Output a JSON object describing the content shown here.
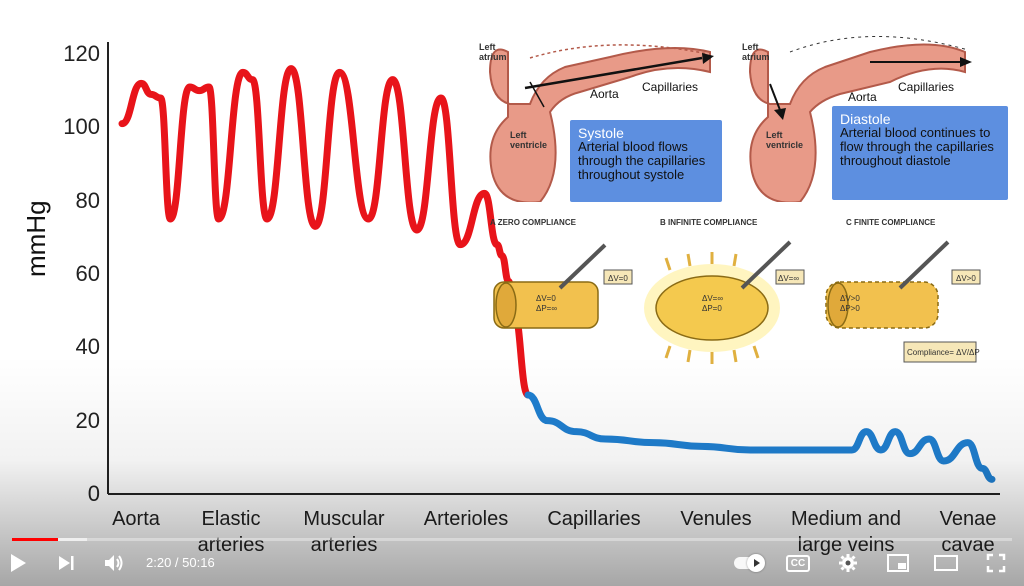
{
  "chart_data": {
    "type": "line",
    "ylabel": "mmHg",
    "ylim": [
      0,
      120
    ],
    "yticks": [
      "120",
      "100",
      "80",
      "60",
      "40",
      "20",
      "0"
    ],
    "categories": [
      "Aorta",
      "Elastic\narteries",
      "Muscular\narteries",
      "Arterioles",
      "Capillaries",
      "Venules",
      "Medium and\nlarge veins",
      "Venae\ncavae"
    ],
    "series": [
      {
        "color": "#e8141a",
        "values": [
          [
            0.0,
            101
          ],
          [
            0.2,
            112
          ],
          [
            0.3,
            109
          ],
          [
            0.4,
            108
          ],
          [
            0.5,
            75
          ],
          [
            0.7,
            111
          ],
          [
            0.8,
            110
          ],
          [
            0.9,
            111
          ],
          [
            1.0,
            75
          ],
          [
            1.25,
            115
          ],
          [
            1.35,
            113
          ],
          [
            1.5,
            75
          ],
          [
            1.75,
            116
          ],
          [
            2.0,
            73
          ],
          [
            2.25,
            115
          ],
          [
            2.55,
            75
          ],
          [
            2.8,
            113
          ],
          [
            3.05,
            72
          ],
          [
            3.3,
            108
          ],
          [
            3.5,
            68
          ],
          [
            3.75,
            82
          ],
          [
            3.88,
            68
          ],
          [
            3.93,
            65
          ],
          [
            4.0,
            58
          ],
          [
            4.05,
            50
          ],
          [
            4.2,
            27
          ]
        ]
      },
      {
        "color": "#1f7fd0",
        "values": [
          [
            4.2,
            27
          ],
          [
            4.4,
            20
          ],
          [
            4.7,
            17
          ],
          [
            5.0,
            15
          ],
          [
            5.5,
            14
          ],
          [
            6.0,
            13
          ],
          [
            6.5,
            12
          ],
          [
            7.0,
            12
          ],
          [
            7.55,
            12
          ],
          [
            7.7,
            17
          ],
          [
            7.85,
            12
          ],
          [
            8.0,
            17
          ],
          [
            8.15,
            11
          ],
          [
            8.35,
            15
          ],
          [
            8.5,
            9
          ],
          [
            8.75,
            14
          ],
          [
            8.9,
            7
          ],
          [
            9.0,
            4
          ]
        ]
      }
    ]
  },
  "diagrams": {
    "systole": {
      "left_atrium": "Left atrium",
      "left_ventricle": "Left ventricle",
      "aorta": "Aorta",
      "capillaries": "Capillaries",
      "callout_title": "Systole",
      "callout_text": "Arterial blood flows through the capillaries throughout systole"
    },
    "diastole": {
      "left_atrium": "Left atrium",
      "left_ventricle": "Left ventricle",
      "aorta": "Aorta",
      "capillaries": "Capillaries",
      "callout_title": "Diastole",
      "callout_text": "Arterial blood continues to flow through the capillaries throughout diastole"
    },
    "compliance": {
      "a_title": "A ZERO COMPLIANCE",
      "b_title": "B INFINITE COMPLIANCE",
      "c_title": "C FINITE COMPLIANCE",
      "a_box": "ΔV=0",
      "a_inner1": "ΔV=0",
      "a_inner2": "ΔP=∞",
      "b_box": "ΔV=∞",
      "b_inner1": "ΔV=∞",
      "b_inner2": "ΔP=0",
      "c_box": "ΔV>0",
      "c_inner1": "ΔV>0",
      "c_inner2": "ΔP>0",
      "formula": "Compliance= ΔV/ΔP"
    }
  },
  "player": {
    "time_current": "2:20",
    "time_separator": " / ",
    "time_total": "50:16",
    "progress_played": 0.046,
    "progress_loaded": 0.075,
    "cc_label": "CC"
  }
}
